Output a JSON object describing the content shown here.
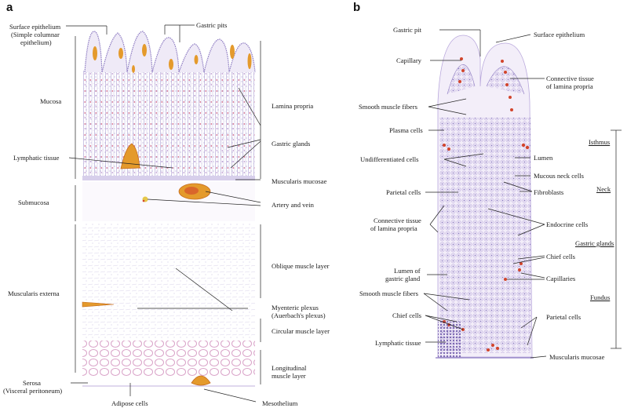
{
  "panels": {
    "a": {
      "letter": "a",
      "labels": {
        "surface_epithelium": "Surface epithelium",
        "surface_epithelium_sub1": "(Simple columnar",
        "surface_epithelium_sub2": "epithelium)",
        "gastric_pits": "Gastric pits",
        "mucosa": "Mucosa",
        "lamina_propria": "Lamina propria",
        "gastric_glands": "Gastric glands",
        "lymphatic_tissue": "Lymphatic tissue",
        "muscularis_mucosae": "Muscularis mucosae",
        "submucosa": "Submucosa",
        "artery_vein": "Artery and vein",
        "oblique_muscle": "Oblique muscle layer",
        "muscularis_externa": "Muscularis externa",
        "myenteric_plexus": "Myenteric plexus",
        "myenteric_plexus_sub": "(Auerbach's plexus)",
        "circular_muscle": "Circular muscle layer",
        "longitudinal_muscle1": "Longitudinal",
        "longitudinal_muscle2": "muscle layer",
        "serosa": "Serosa",
        "serosa_sub": "(Visceral peritoneum)",
        "adipose_cells": "Adipose cells",
        "mesothelium": "Mesothelium"
      }
    },
    "b": {
      "letter": "b",
      "labels": {
        "gastric_pit": "Gastric pit",
        "surface_epithelium": "Surface epithelium",
        "capillary": "Capillary",
        "connective_tissue_lp1": "Connective tissue",
        "connective_tissue_lp2": "of lamina propria",
        "smooth_muscle_fibers": "Smooth muscle fibers",
        "plasma_cells": "Plasma cells",
        "isthmus": "Isthmus",
        "undifferentiated_cells": "Undifferentiated cells",
        "lumen": "Lumen",
        "mucous_neck_cells": "Mucous neck cells",
        "neck": "Neck",
        "parietal_cells": "Parietal cells",
        "fibroblasts": "Fibroblasts",
        "connective_tissue_lp_left1": "Connective tissue",
        "connective_tissue_lp_left2": "of lamina propria",
        "endocrine_cells": "Endocrine cells",
        "gastric_glands": "Gastric glands",
        "chief_cells": "Chief cells",
        "lumen_gastric_gland1": "Lumen of",
        "lumen_gastric_gland2": "gastric gland",
        "capillaries": "Capillaries",
        "smooth_muscle_fibers_2": "Smooth muscle fibers",
        "fundus": "Fundus",
        "chief_cells_2": "Chief cells",
        "parietal_cells_2": "Parietal cells",
        "lymphatic_tissue": "Lymphatic tissue",
        "muscularis_mucosae": "Muscularis mucosae"
      }
    }
  },
  "colors": {
    "tissue_purple": "#8a78c0",
    "cell_pink": "#d9a3c8",
    "blood_red": "#d2452c",
    "lymph_orange": "#e49a2c",
    "line": "#222222"
  }
}
